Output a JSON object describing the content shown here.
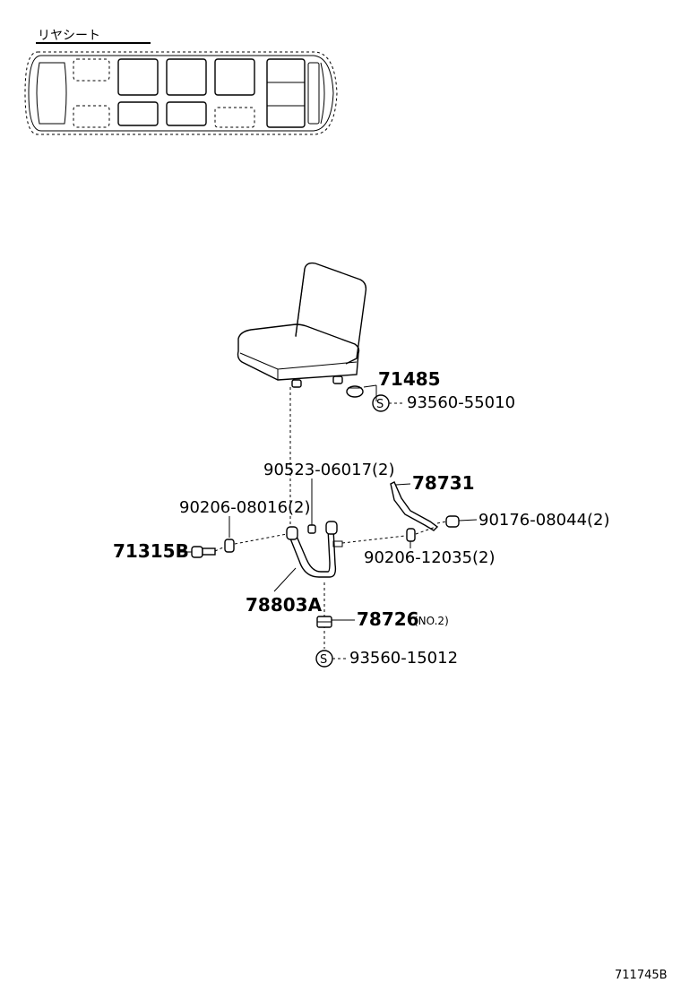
{
  "header": {
    "title": "リヤシート"
  },
  "parts": {
    "p71485": "71485",
    "p93560_55010": "93560-55010",
    "p90523_06017": "90523-06017(2)",
    "p78731": "78731",
    "p90206_08016": "90206-08016(2)",
    "p90176_08044": "90176-08044(2)",
    "p71315B": "71315B",
    "p90206_12035": "90206-12035(2)",
    "p78803A": "78803A",
    "p78726": "78726",
    "p78726_note": "(NO.2)",
    "p93560_15012": "93560-15012",
    "s_symbol": "S"
  },
  "footer": {
    "diagram_ref": "711745B"
  }
}
